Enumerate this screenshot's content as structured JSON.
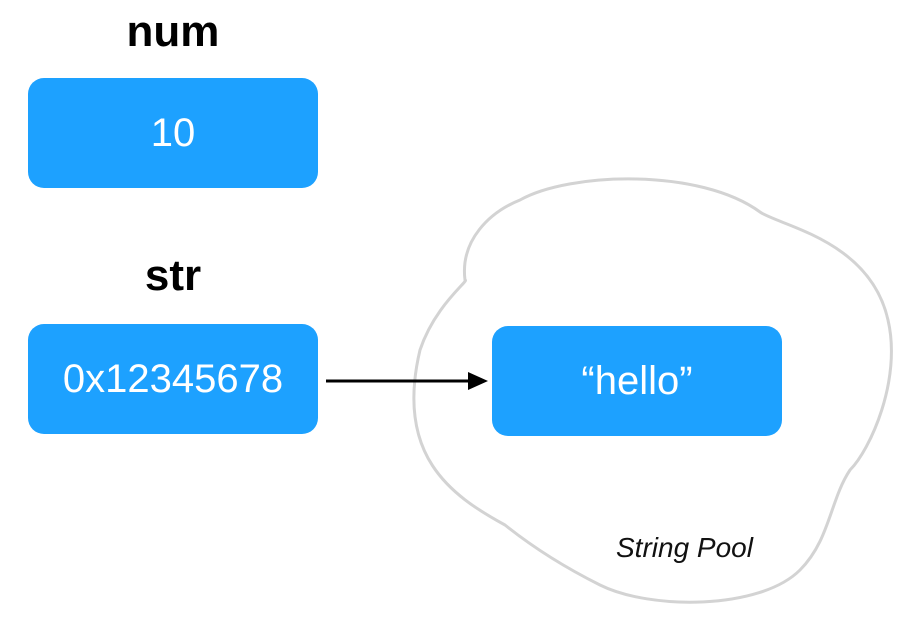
{
  "colors": {
    "box_fill": "#1DA1FF",
    "box_text": "#FFFFFF",
    "label_text": "#000000",
    "pool_outline": "#D3D3D3",
    "arrow": "#000000"
  },
  "variables": {
    "num": {
      "name": "num",
      "value": "10"
    },
    "str": {
      "name": "str",
      "value": "0x12345678"
    }
  },
  "pool": {
    "label": "String Pool",
    "entry": {
      "value": "“hello”"
    }
  }
}
